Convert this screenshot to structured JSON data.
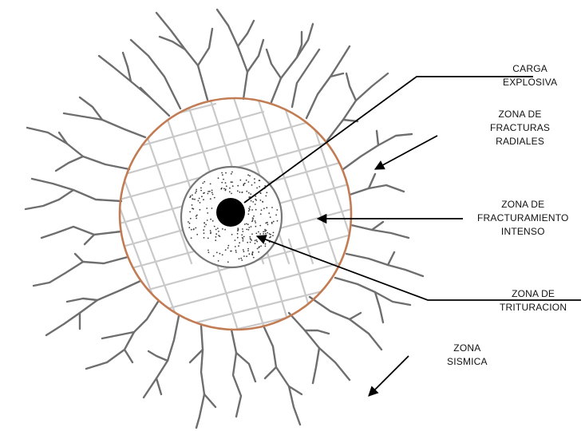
{
  "labels": {
    "carga": [
      "CARGA",
      "EXPLOSIVA"
    ],
    "radiales": [
      "ZONA DE",
      "FRACTURAS",
      "RADIALES"
    ],
    "intenso": [
      "ZONA DE",
      "FRACTURAMIENTO",
      "INTENSO"
    ],
    "trituracion": [
      "ZONA DE",
      "TRITURACION"
    ],
    "sismica": [
      "ZONA",
      "SISMICA"
    ]
  },
  "colors": {
    "outer_ring": "#c27c54",
    "inner_ring": "#777777",
    "cracks": "#6e6e6e",
    "hatch": "#c9c9c9",
    "charge": "#000000",
    "arrows": "#000000"
  }
}
